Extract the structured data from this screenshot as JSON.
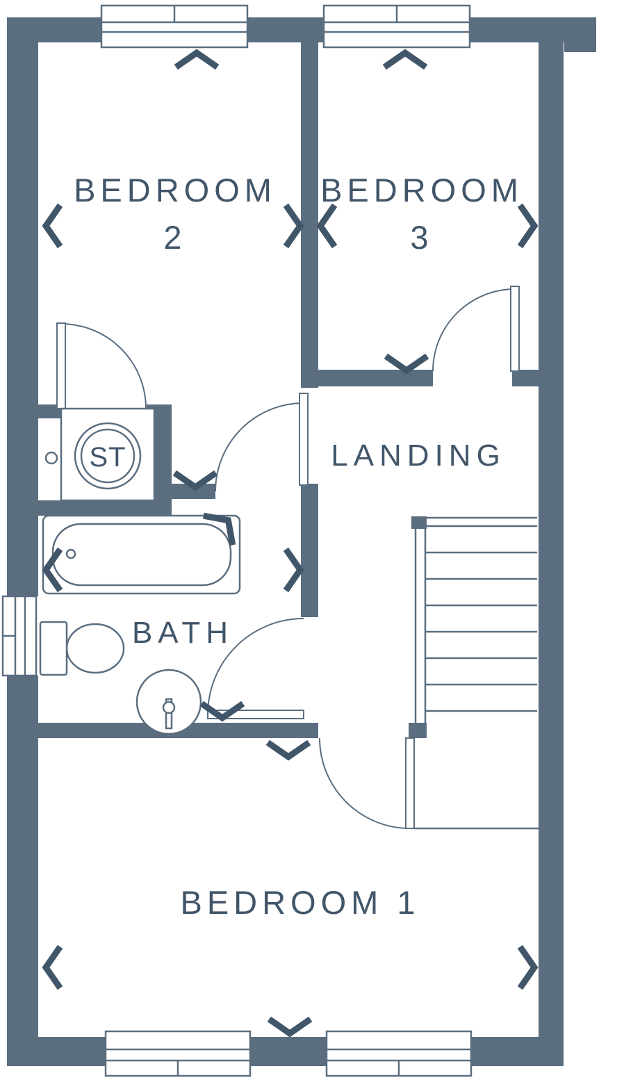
{
  "floorplan": {
    "background": "#ffffff",
    "wall_color": "#5a6e80",
    "text_color": "#42566a",
    "rooms": {
      "bedroom2": {
        "name_line1": "BEDROOM",
        "name_line2": "2"
      },
      "bedroom3": {
        "name_line1": "BEDROOM",
        "name_line2": "3"
      },
      "bedroom1": {
        "name": "BEDROOM 1"
      },
      "landing": {
        "name": "LANDING"
      },
      "bath": {
        "name": "BATH"
      },
      "store": {
        "name": "ST"
      }
    }
  }
}
